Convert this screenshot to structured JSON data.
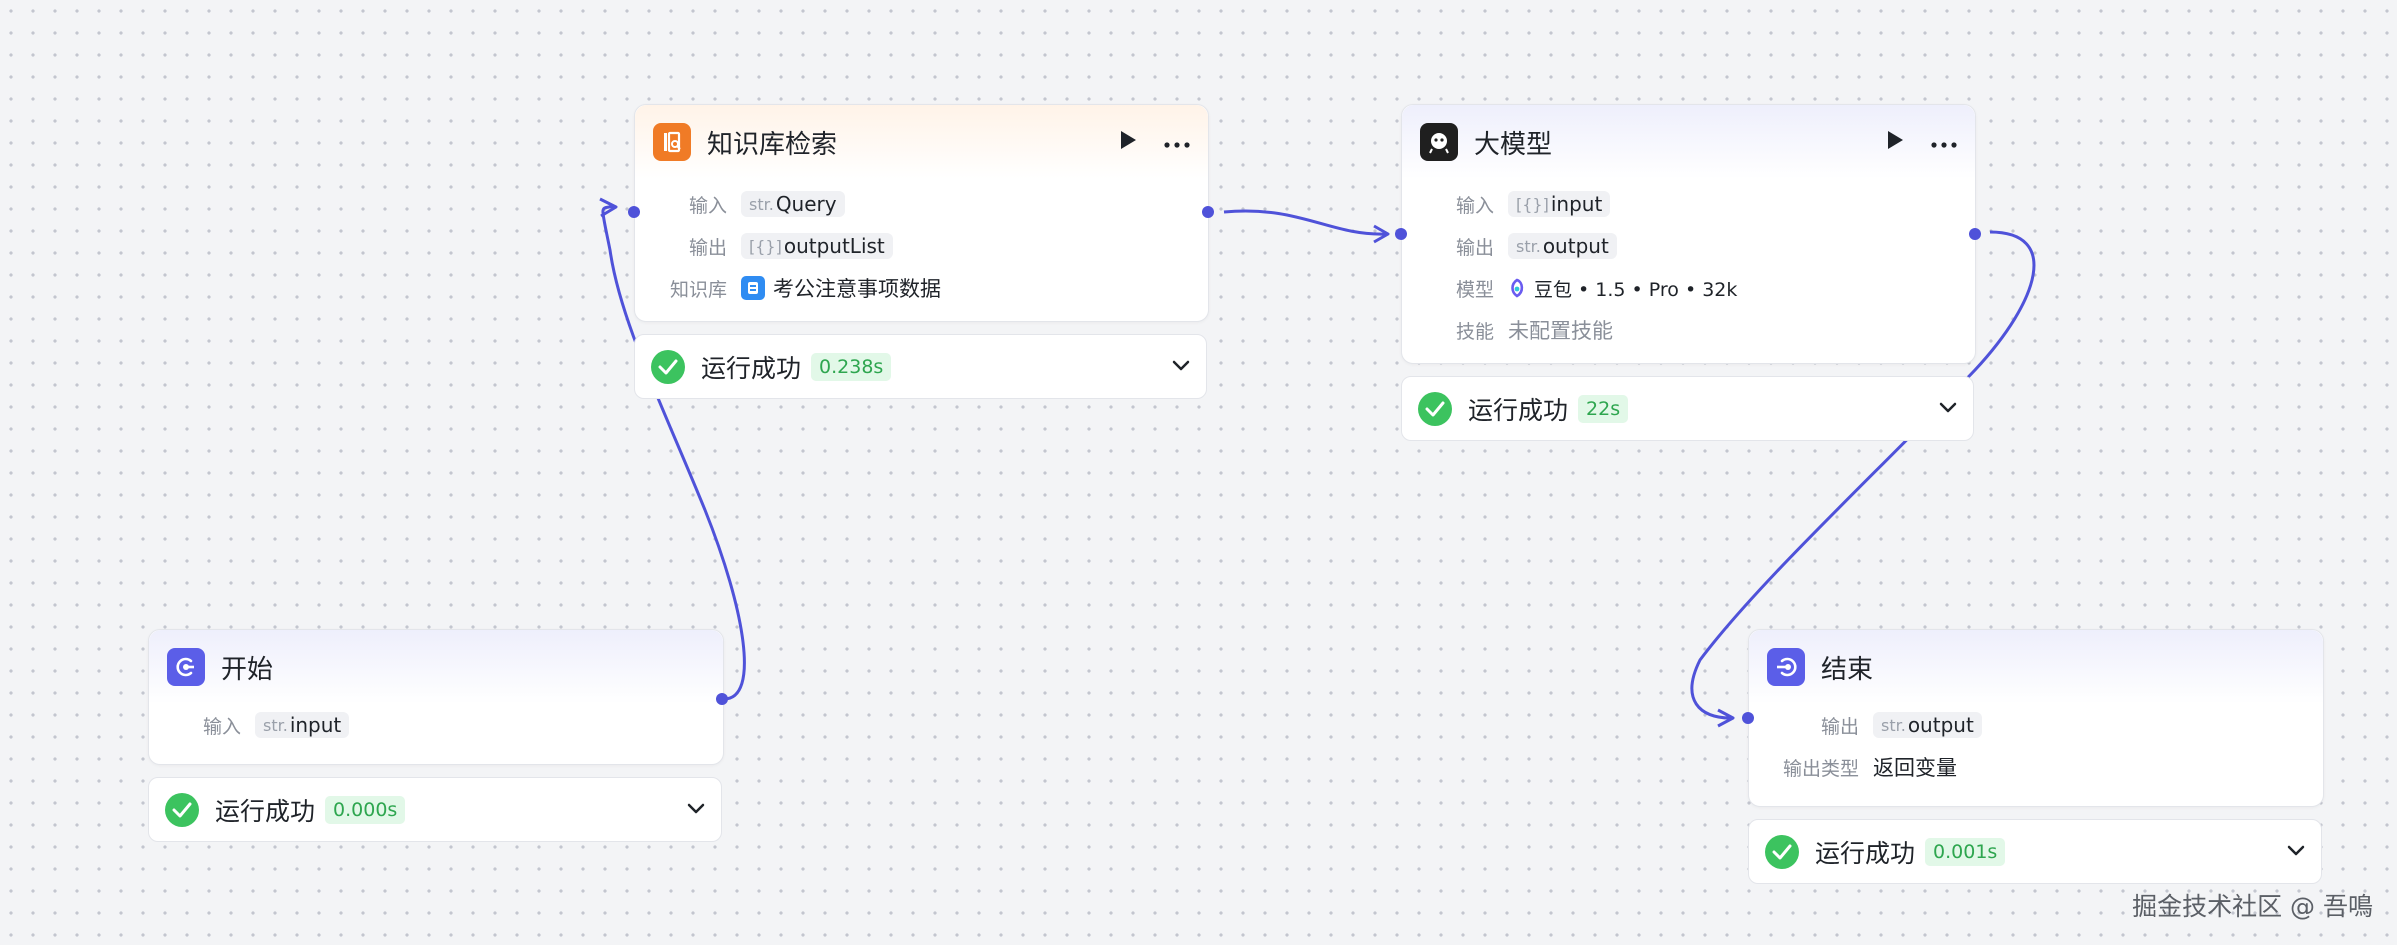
{
  "nodes": {
    "kb": {
      "title": "知识库检索",
      "input_label": "输入",
      "input_type": "str.",
      "input_name": "Query",
      "output_label": "输出",
      "output_type": "[{}]",
      "output_name": "outputList",
      "kb_label": "知识库",
      "kb_value": "考公注意事项数据",
      "status": "运行成功",
      "time": "0.238s"
    },
    "llm": {
      "title": "大模型",
      "input_label": "输入",
      "input_type": "[{}]",
      "input_name": "input",
      "output_label": "输出",
      "output_type": "str.",
      "output_name": "output",
      "model_label": "模型",
      "model_value": "豆包 • 1.5 • Pro • 32k",
      "skill_label": "技能",
      "skill_value": "未配置技能",
      "status": "运行成功",
      "time": "22s"
    },
    "start": {
      "title": "开始",
      "input_label": "输入",
      "input_type": "str.",
      "input_name": "input",
      "status": "运行成功",
      "time": "0.000s"
    },
    "end": {
      "title": "结束",
      "output_label": "输出",
      "output_type": "str.",
      "output_name": "output",
      "otype_label": "输出类型",
      "otype_value": "返回变量",
      "status": "运行成功",
      "time": "0.001s"
    }
  },
  "icons": {
    "kb": "knowledge-base-icon",
    "llm": "llm-robot-icon",
    "start": "start-icon",
    "end": "end-icon",
    "run": "play-icon",
    "more": "more-icon",
    "check": "check-icon",
    "expand": "chevron-down-icon"
  },
  "colors": {
    "edge": "#4f52d9",
    "success": "#3cc35f",
    "kb_icon": "#f07b26",
    "flow_icon": "#5b5ee8",
    "llm_icon": "#1f1f1f"
  },
  "watermark": "掘金技术社区 @ 吾鳴"
}
